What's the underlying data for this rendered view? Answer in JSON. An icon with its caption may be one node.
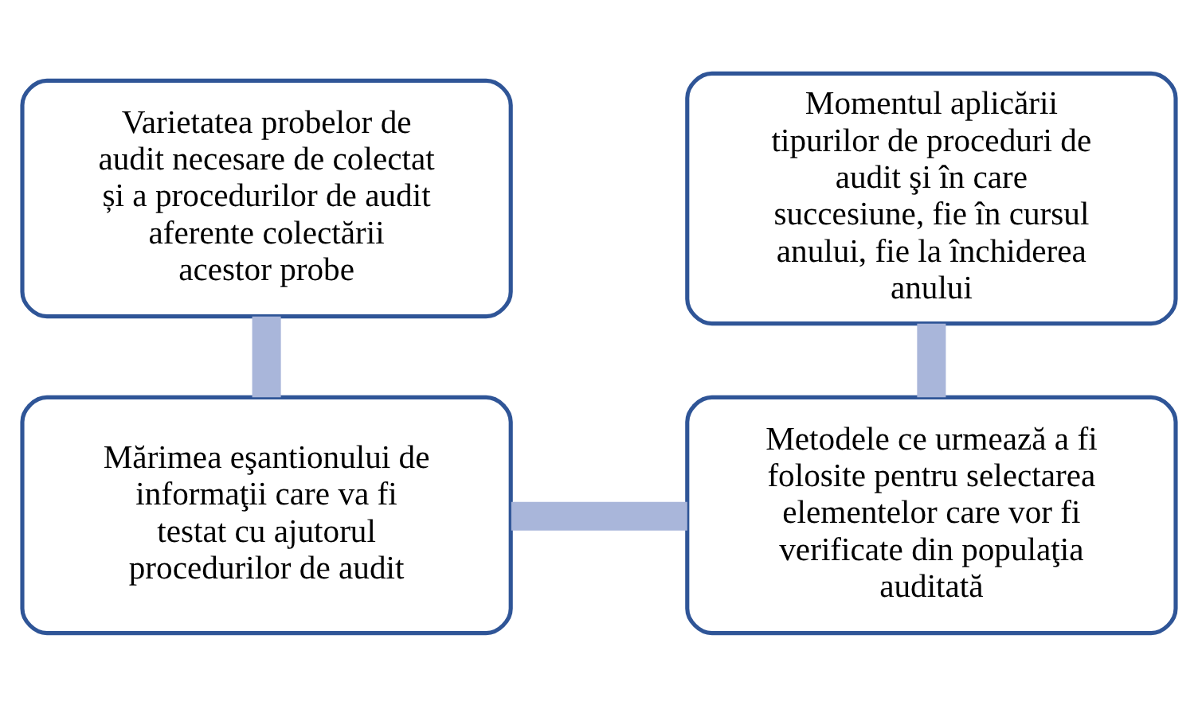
{
  "diagram": {
    "nodes": [
      {
        "text": [
          "Varietatea probelor de audit necesare de colectat și a procedurilor de audit aferente colectării acestor probe"
        ]
      },
      {
        "text": [
          "Momentul aplicării tipurilor de proceduri de audit şi în care succesiune, fie în cursul anului, fie la închiderea anului"
        ]
      },
      {
        "text": [
          "Mărimea eşantionului de informaţii care va fi testat cu ajutorul procedurilor de audit"
        ]
      },
      {
        "text": [
          "Metodele ce urmează a fi folosite pentru selectarea elementelor care vor fi verificate din populaţia auditată"
        ]
      }
    ],
    "edges": [
      {
        "from": 0,
        "to": 2,
        "arrow": "none"
      },
      {
        "from": 2,
        "to": 3,
        "arrow": "none"
      },
      {
        "from": 1,
        "to": 3,
        "arrow": "none"
      }
    ]
  }
}
